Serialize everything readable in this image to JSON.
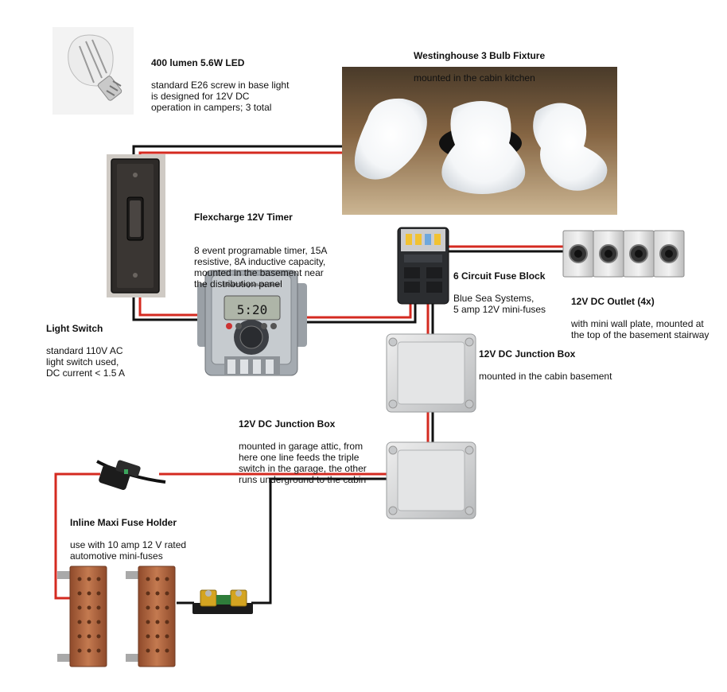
{
  "colors": {
    "wire_positive": "#d42a20",
    "wire_negative": "#111111",
    "background": "#ffffff",
    "copper": "#b7663f",
    "enclosure_gray": "#d9dadb",
    "fixture_wood": "#6b4a28"
  },
  "components": {
    "led_bulb": {
      "title": "400 lumen 5.6W LED",
      "text": "standard E26 screw in base light\nis designed for 12V DC\noperation in campers; 3 total"
    },
    "fixture": {
      "title": "Westinghouse 3 Bulb Fixture",
      "text": "mounted in the cabin kitchen"
    },
    "timer": {
      "title": "Flexcharge 12V Timer",
      "text": "8 event programable timer, 15A\nresistive, 8A inductive capacity,\nmounted in the basement near\nthe distribution panel",
      "device_label": "8 Event Programable Timer",
      "display_value": "5:20"
    },
    "fuse_block": {
      "title": "6 Circuit Fuse Block",
      "text": "Blue Sea Systems,\n5 amp 12V mini-fuses"
    },
    "outlet": {
      "title": "12V DC Outlet (4x)",
      "text": "with mini wall plate, mounted at\nthe top of the basement stairway"
    },
    "light_switch": {
      "title": "Light Switch",
      "text": "standard 110V AC\nlight switch used,\nDC current < 1.5 A"
    },
    "junction_box_basement": {
      "title": "12V DC Junction Box",
      "text": "mounted in the cabin basement"
    },
    "junction_box_garage": {
      "title": "12V DC Junction Box",
      "text": "mounted in garage attic, from\nhere one line feeds the triple\nswitch in the garage, the other\nruns underground to the cabin"
    },
    "maxi_fuse": {
      "title": "Inline Maxi Fuse Holder",
      "text": "use with 10 amp 12 V rated\nautomotive mini-fuses"
    }
  }
}
